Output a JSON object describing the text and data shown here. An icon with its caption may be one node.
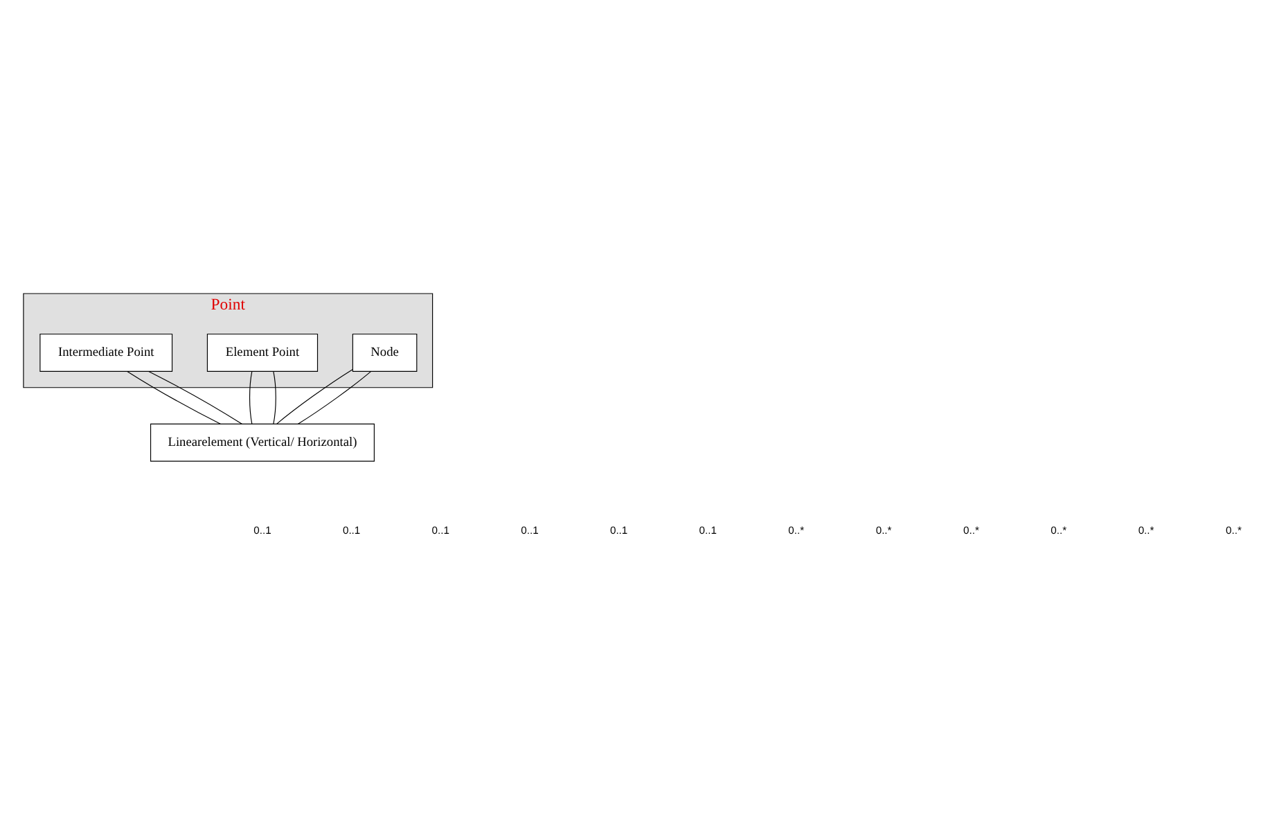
{
  "diagram": {
    "nodes": [
      {
        "text": [
          "Point"
        ]
      },
      {
        "text": [
          "Node"
        ],
        "in": 0
      },
      {
        "text": [
          "Element Point"
        ],
        "in": 0
      },
      {
        "text": [
          "Intermediate Point"
        ],
        "in": 0
      },
      {
        "text": [
          "Linearelement (Vertical/ Horizontal)"
        ]
      }
    ],
    "edges": [
      {
        "from": 1,
        "to": 4,
        "arrow": "none"
      },
      {
        "from": 1,
        "to": 4,
        "arrow": "none"
      },
      {
        "from": 2,
        "to": 4,
        "arrow": "none"
      },
      {
        "from": 2,
        "to": 4,
        "arrow": "none"
      },
      {
        "from": 3,
        "to": 4,
        "arrow": "none"
      },
      {
        "from": 3,
        "to": 4,
        "arrow": "none"
      }
    ],
    "labels": [
      "0..1",
      "0..1",
      "0..1",
      "0..1",
      "0..1",
      "0..1",
      "0..*",
      "0..*",
      "0..*",
      "0..*",
      "0..*",
      "0..*"
    ]
  }
}
